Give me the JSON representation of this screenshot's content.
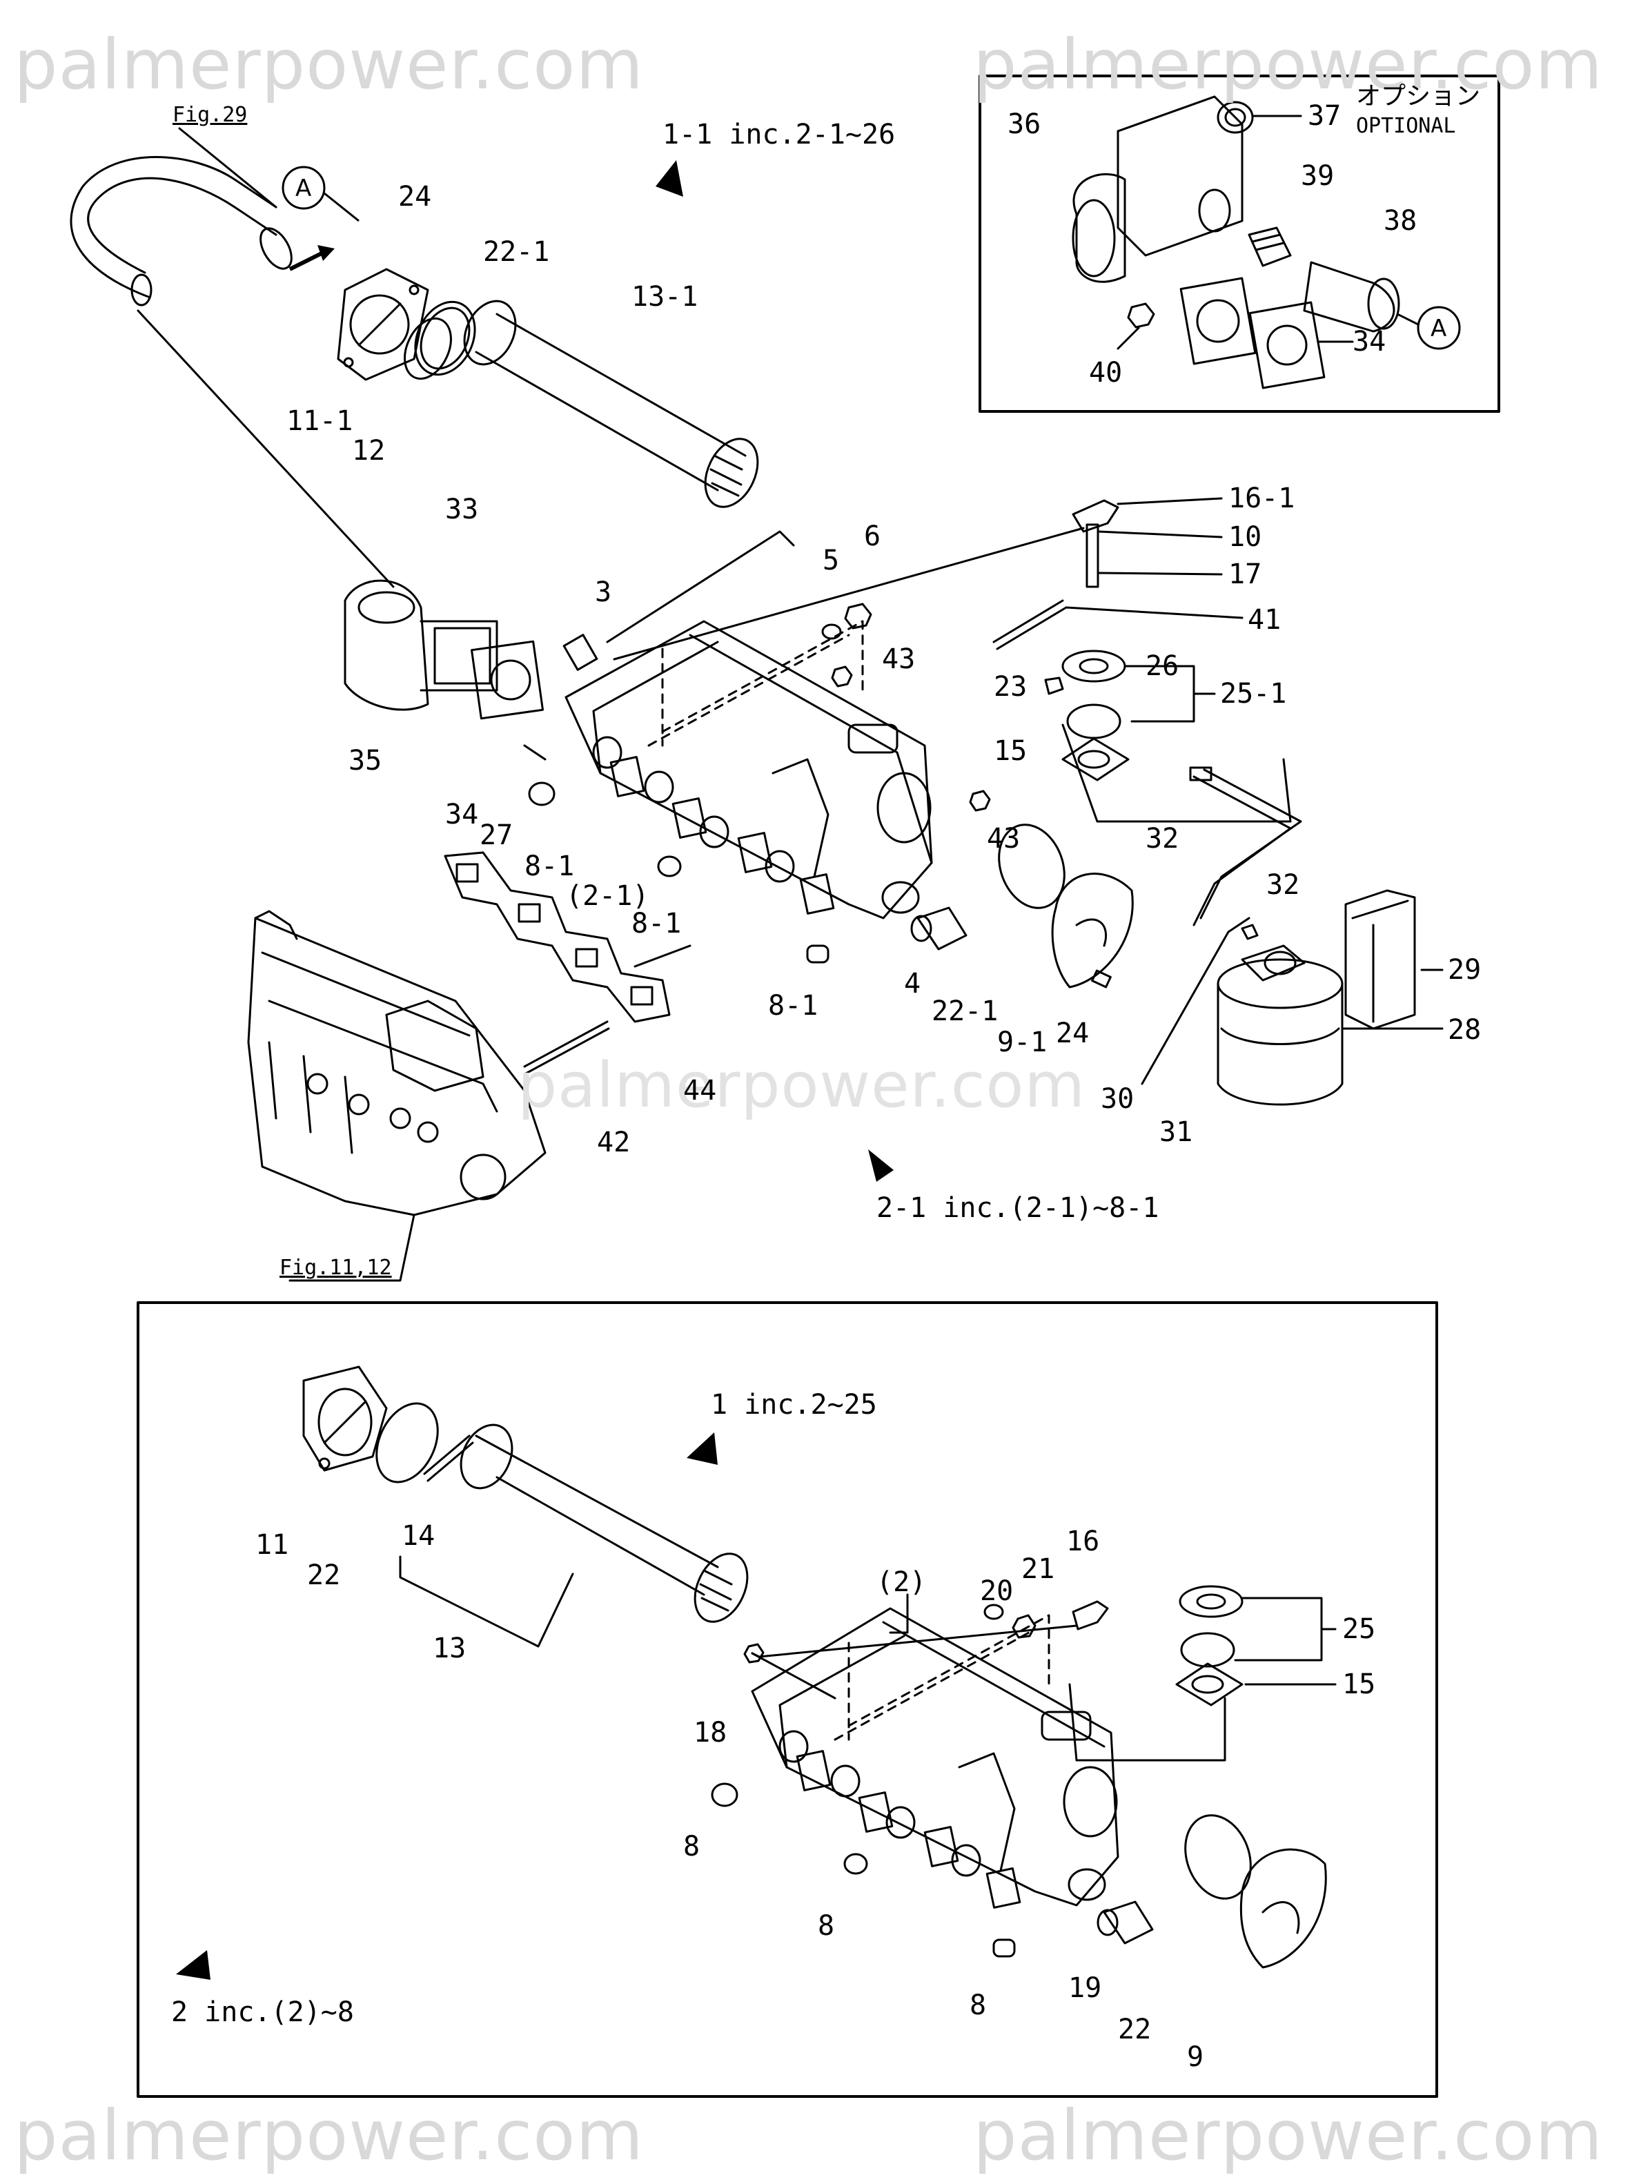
{
  "watermark": "palmerpower.com",
  "callout_letter": "A",
  "figure_refs": {
    "top": "Fig.29",
    "bottom": "Fig.11,12"
  },
  "optional_box": {
    "jp": "オプション",
    "en": "OPTIONAL"
  },
  "assembly_notes": {
    "n1_1": "1-1  inc.2-1~26",
    "n2_1": "2-1  inc.(2-1)~8-1",
    "n1": "1 inc.2~25",
    "n2": "2 inc.(2)~8"
  },
  "part_labels": {
    "l24a": "24",
    "l22_1a": "22-1",
    "l13_1": "13-1",
    "l11_1": "11-1",
    "l12": "12",
    "l36": "36",
    "l37": "37",
    "l39": "39",
    "l38": "38",
    "l34a": "34",
    "l40": "40",
    "l16_1": "16-1",
    "l10": "10",
    "l17": "17",
    "l41": "41",
    "l33": "33",
    "l3": "3",
    "l5": "5",
    "l6": "6",
    "l43a": "43",
    "l23": "23",
    "l26": "26",
    "l25_1": "25-1",
    "l15a": "15",
    "l35": "35",
    "l34b": "34",
    "l27": "27",
    "l8_1a": "8-1",
    "l2_1": "(2-1)",
    "l43b": "43",
    "l32a": "32",
    "l32b": "32",
    "l8_1b": "8-1",
    "l29": "29",
    "l28": "28",
    "l4": "4",
    "l8_1c": "8-1",
    "l22_1b": "22-1",
    "l9_1": "9-1",
    "l24b": "24",
    "l30": "30",
    "l31": "31",
    "l44": "44",
    "l42": "42",
    "l11": "11",
    "l22a": "22",
    "l14": "14",
    "l13": "13",
    "l16": "16",
    "l21": "21",
    "l20": "20",
    "l2": "(2)",
    "l25": "25",
    "l15b": "15",
    "l18": "18",
    "l8a": "8",
    "l8b": "8",
    "l8c": "8",
    "l19": "19",
    "l22b": "22",
    "l9": "9"
  }
}
